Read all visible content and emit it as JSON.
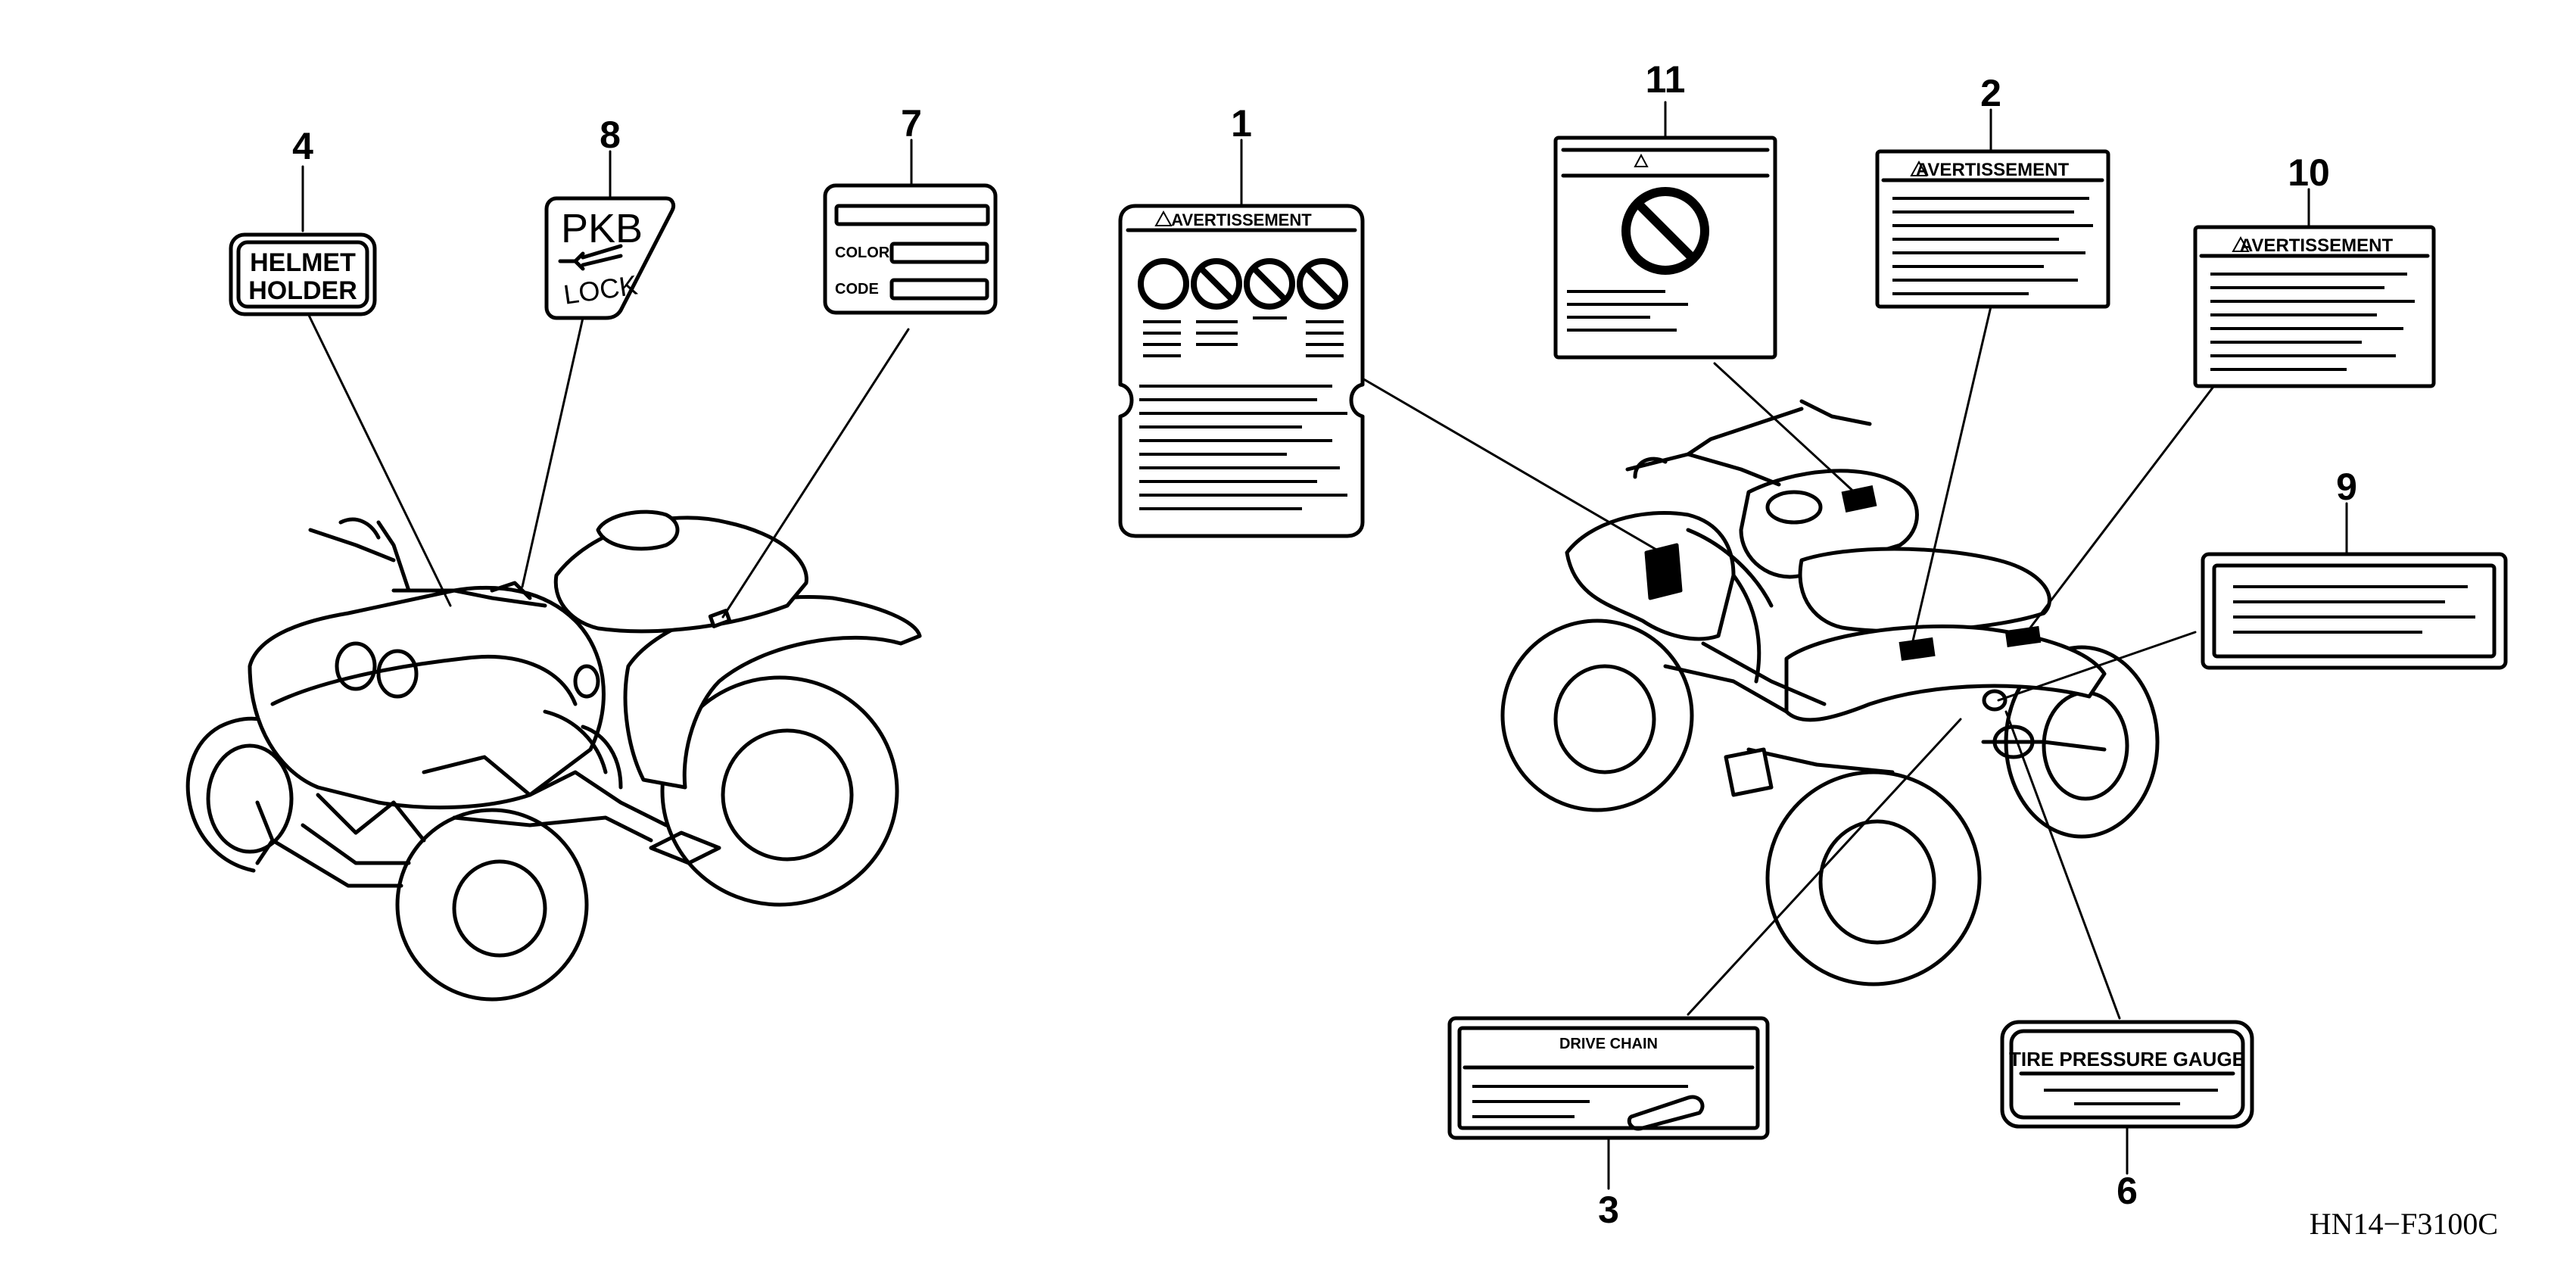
{
  "callouts": [
    "1",
    "2",
    "3",
    "4",
    "6",
    "7",
    "8",
    "9",
    "10",
    "11"
  ],
  "labels": {
    "helmet_line1": "HELMET",
    "helmet_line2": "HOLDER",
    "pkb": "PKB",
    "lock": "LOCK",
    "color": "COLOR",
    "code": "CODE",
    "warning": "AVERTISSEMENT",
    "drive_chain": "DRIVE CHAIN",
    "tire_gauge": "TIRE PRESSURE GAUGE"
  },
  "diagram_code": "HN14−F3100C"
}
